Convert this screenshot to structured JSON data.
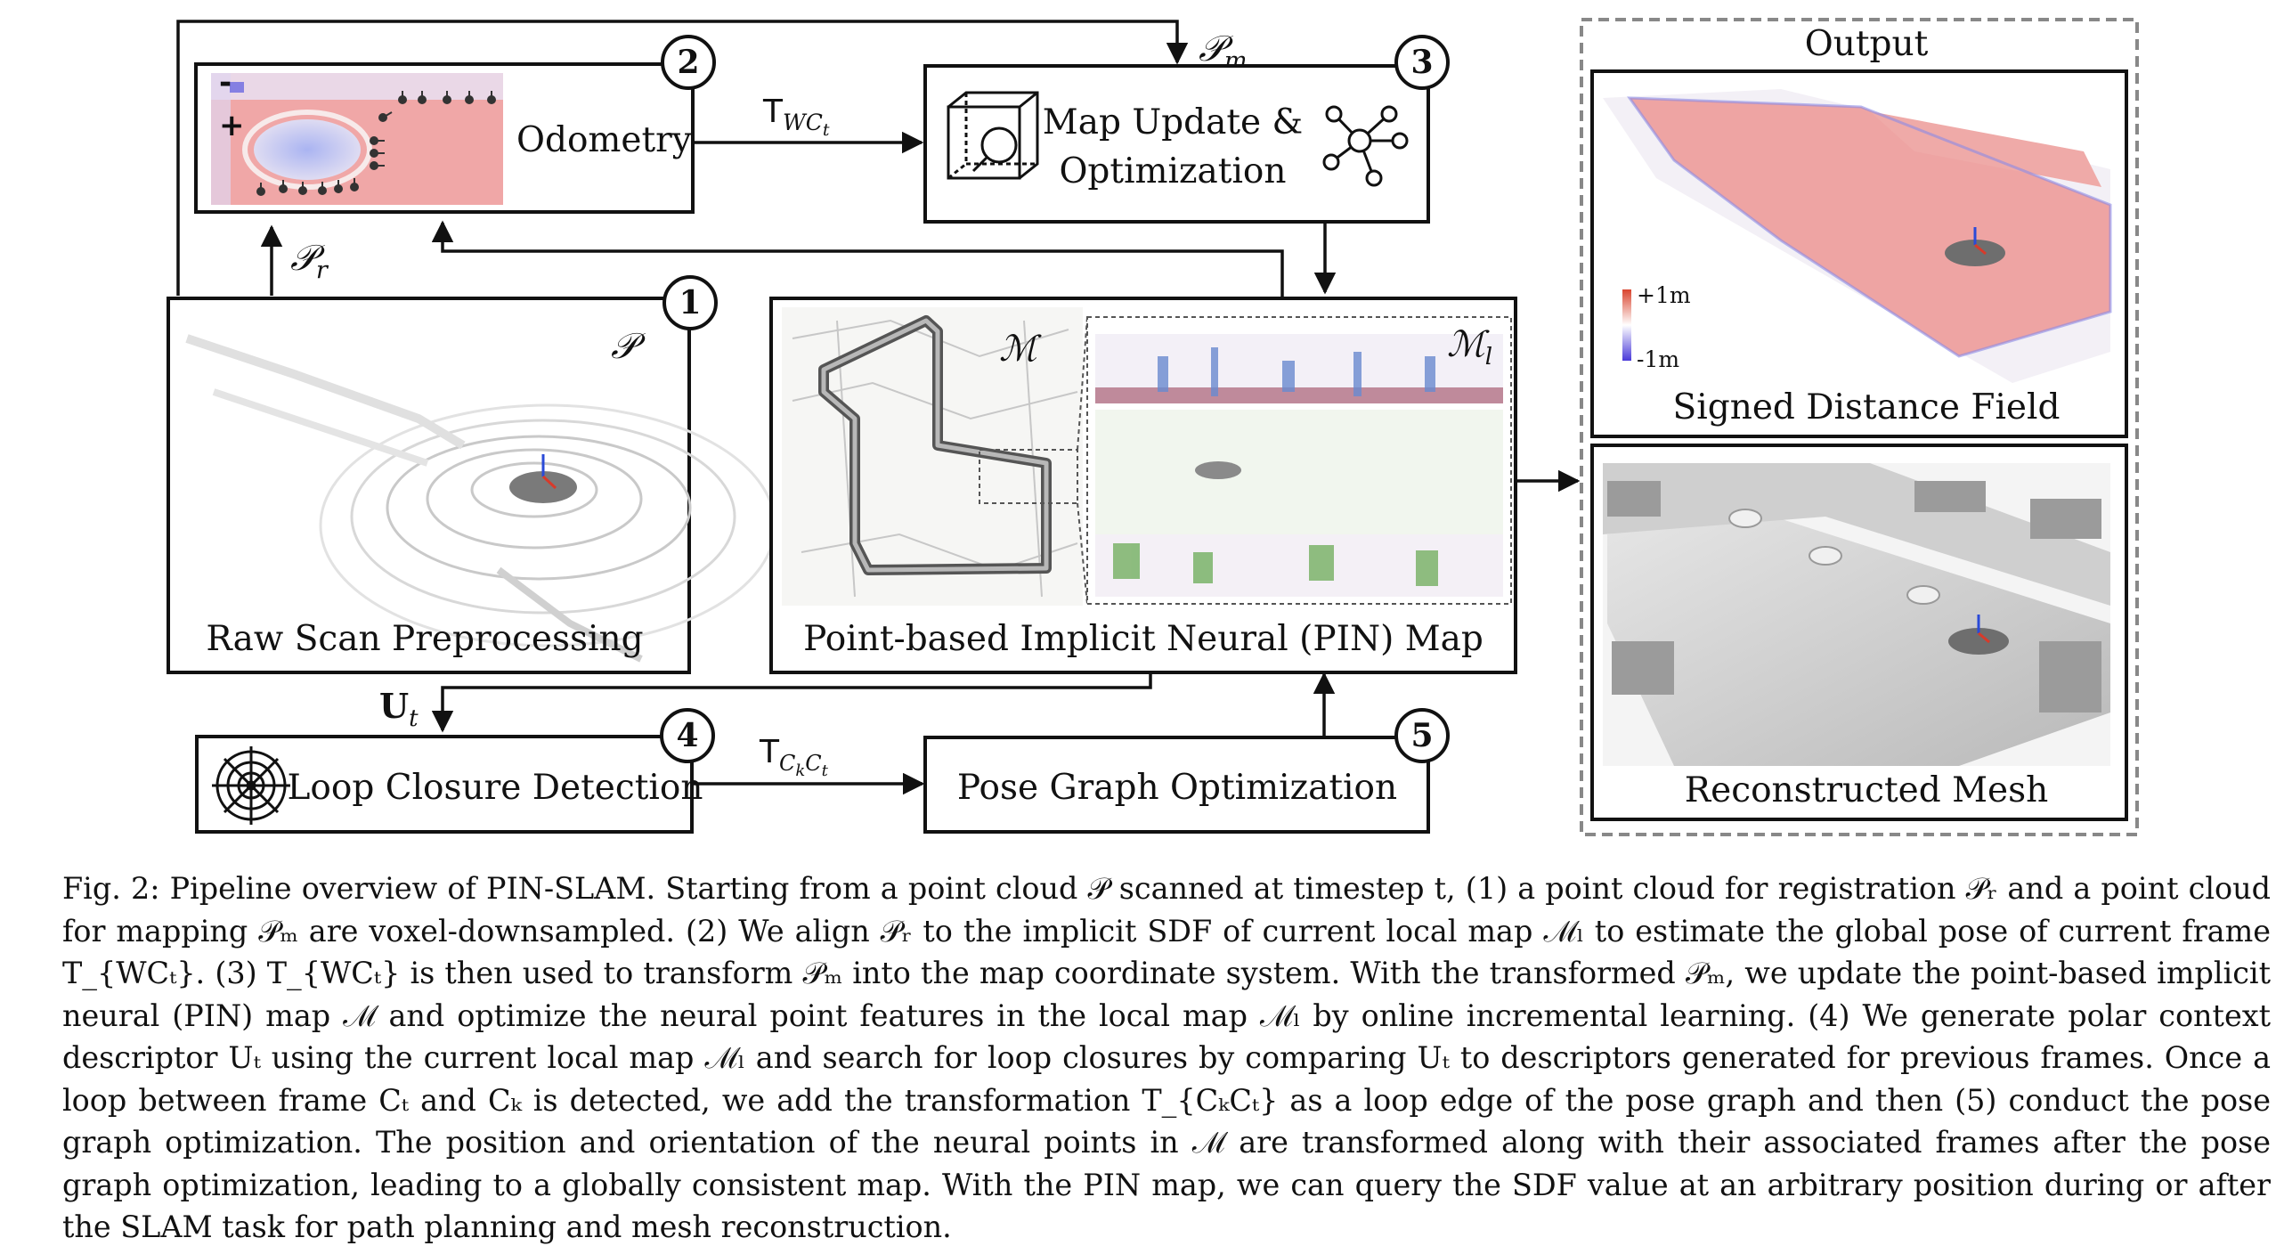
{
  "modules": {
    "odometry": {
      "number": "2",
      "label": "Odometry",
      "sign_minus": "-",
      "sign_plus": "+"
    },
    "map_update": {
      "number": "3",
      "line1": "Map Update &",
      "line2": "Optimization"
    },
    "preprocessing": {
      "number": "1",
      "label": "Raw Scan Preprocessing",
      "symbol": "𝒫"
    },
    "pin_map": {
      "label": "Point-based Implicit Neural (PIN) Map",
      "symbol_m": "ℳ",
      "symbol_ml": "ℳ",
      "symbol_ml_sub": "l"
    },
    "loop_closure": {
      "number": "4",
      "label": "Loop Closure Detection"
    },
    "pose_graph": {
      "number": "5",
      "label": "Pose Graph Optimization"
    }
  },
  "edges": {
    "pm": {
      "main": "𝒫",
      "sub": "m"
    },
    "pr": {
      "main": "𝒫",
      "sub": "r"
    },
    "twc": {
      "main": "T",
      "sub": "WC",
      "subsub": "t"
    },
    "ut": {
      "main": "U",
      "sub": "t"
    },
    "tckct": {
      "main": "T",
      "sub": "C",
      "subsub1": "k",
      "sub2": "C",
      "subsub2": "t"
    }
  },
  "output": {
    "title": "Output",
    "sdf_label": "Signed Distance Field",
    "legend_max": "+1m",
    "legend_min": "-1m",
    "mesh_label": "Reconstructed Mesh"
  },
  "colors": {
    "sdf_positive": "#e4787a",
    "sdf_negative": "#5a5ae0",
    "sdf_zero": "#ffffff",
    "border": "#111111",
    "dashed_border": "#888888"
  },
  "caption": {
    "fig_label": "Fig. 2:",
    "text": "Pipeline overview of PIN-SLAM. Starting from a point cloud 𝒫 scanned at timestep t, (1) a point cloud for registration 𝒫ᵣ and a point cloud for mapping 𝒫ₘ are voxel-downsampled. (2) We align 𝒫ᵣ to the implicit SDF of current local map ℳₗ to estimate the global pose of current frame T_{WCₜ}. (3) T_{WCₜ} is then used to transform 𝒫ₘ into the map coordinate system. With the transformed 𝒫ₘ, we update the point-based implicit neural (PIN) map ℳ and optimize the neural point features in the local map ℳₗ by online incremental learning. (4) We generate polar context descriptor Uₜ using the current local map ℳₗ and search for loop closures by comparing Uₜ to descriptors generated for previous frames. Once a loop between frame Cₜ and Cₖ is detected, we add the transformation T_{CₖCₜ} as a loop edge of the pose graph and then (5) conduct the pose graph optimization. The position and orientation of the neural points in ℳ are transformed along with their associated frames after the pose graph optimization, leading to a globally consistent map. With the PIN map, we can query the SDF value at an arbitrary position during or after the SLAM task for path planning and mesh reconstruction."
  }
}
